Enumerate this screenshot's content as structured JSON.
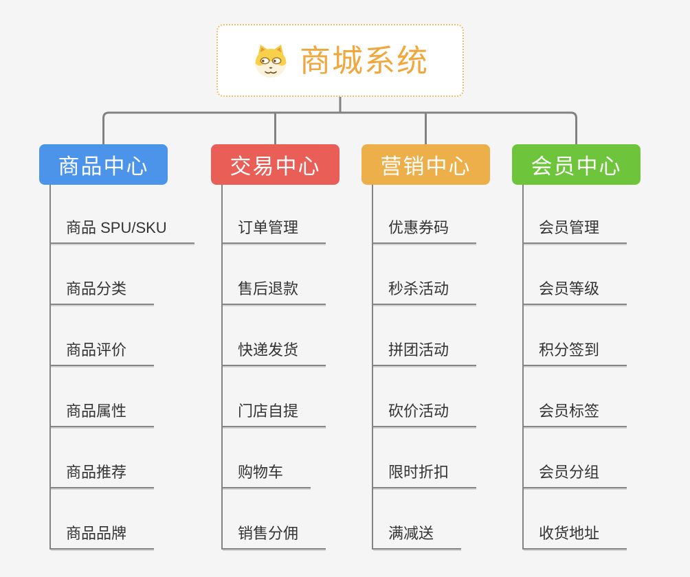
{
  "root": {
    "title": "商城系统",
    "icon": "doge-icon"
  },
  "branches": [
    {
      "label": "商品中心",
      "color": "#4b94ea",
      "items": [
        "商品 SPU/SKU",
        "商品分类",
        "商品评价",
        "商品属性",
        "商品推荐",
        "商品品牌"
      ]
    },
    {
      "label": "交易中心",
      "color": "#e95f58",
      "items": [
        "订单管理",
        "售后退款",
        "快递发货",
        "门店自提",
        "购物车",
        "销售分佣"
      ]
    },
    {
      "label": "营销中心",
      "color": "#edaf49",
      "items": [
        "优惠券码",
        "秒杀活动",
        "拼团活动",
        "砍价活动",
        "限时折扣",
        "满减送"
      ]
    },
    {
      "label": "会员中心",
      "color": "#6ec53c",
      "items": [
        "会员管理",
        "会员等级",
        "积分签到",
        "会员标签",
        "会员分组",
        "收货地址"
      ]
    }
  ],
  "colors": {
    "root_text": "#f0a73e",
    "root_border": "#f2bc6b",
    "connector": "#828282",
    "item_text": "#333333",
    "background": "#f5f5f5"
  }
}
